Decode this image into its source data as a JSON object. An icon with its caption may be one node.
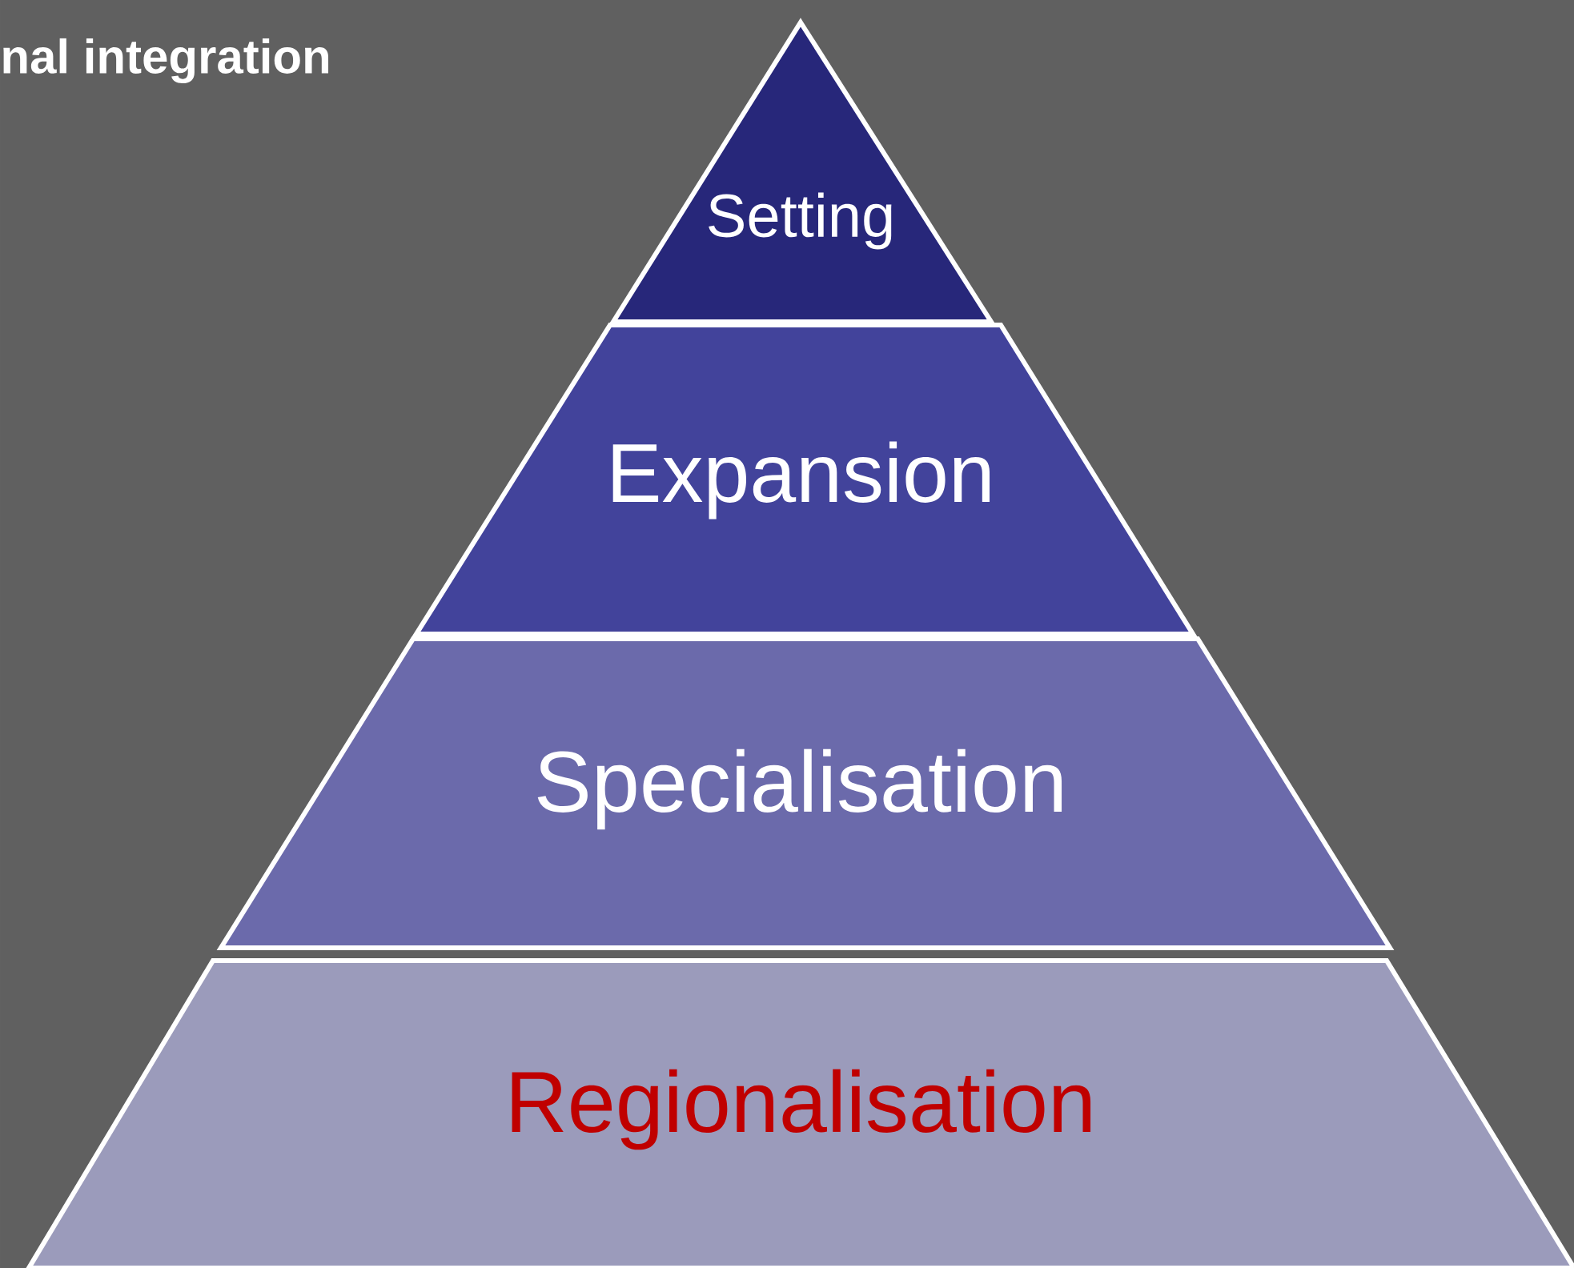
{
  "diagram": {
    "nodes": [
      {
        "text": [
          "Setting"
        ]
      },
      {
        "text": [
          "Expansion"
        ]
      },
      {
        "text": [
          "Specialisation"
        ]
      },
      {
        "text": [
          "Regionalisation"
        ]
      }
    ],
    "labels": [
      "nal integration"
    ]
  }
}
